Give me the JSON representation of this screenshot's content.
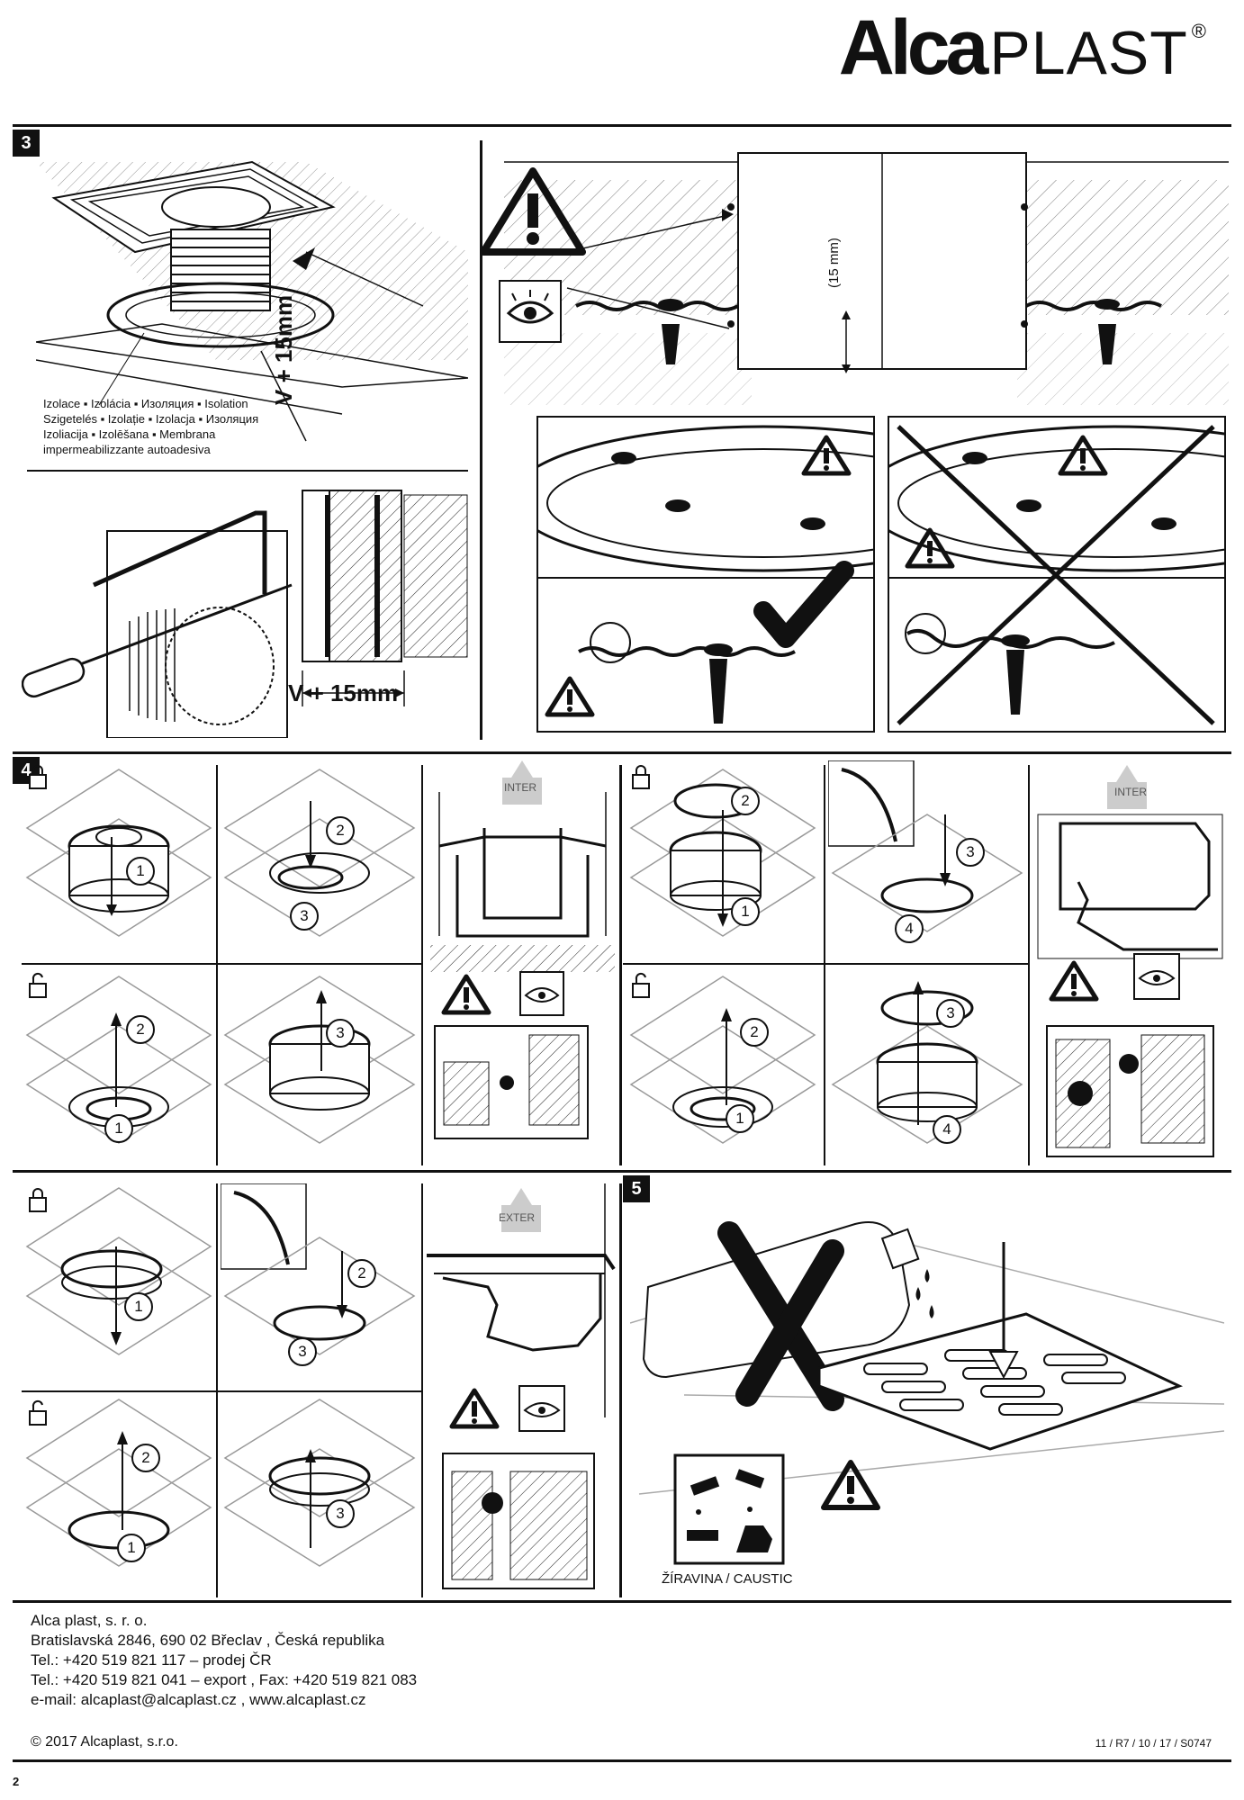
{
  "brand": {
    "name_bold": "Alca",
    "name_light": "PLAST",
    "registered": "®"
  },
  "sections": {
    "s3": "3",
    "s4": "4",
    "s5": "5"
  },
  "section3": {
    "dimension_label": "V + 15mm",
    "gap_label": "(15 mm)",
    "isolation_text": [
      "Izolace ▪ Izolácia ▪ Изоляция ▪ Isolation",
      "Szigetelés ▪ Izolație ▪ Izolacja ▪ Изоляция",
      "Izoliacija ▪ Izolēšana ▪ Membrana",
      "impermeabilizzante autoadesiva"
    ]
  },
  "section4": {
    "inter_label": "INTER",
    "exter_label": "EXTER",
    "step_numbers": [
      "1",
      "2",
      "3",
      "4"
    ]
  },
  "section5": {
    "caustic_label": "ŽÍRAVINA / CAUSTIC"
  },
  "footer": {
    "lines": [
      "Alca plast, s. r. o.",
      "Bratislavská 2846, 690 02 Břeclav , Česká republika",
      "Tel.: +420 519 821 117 – prodej ČR",
      "Tel.: +420 519 821 041 – export , Fax: +420 519 821 083",
      "e-mail: alcaplast@alcaplast.cz , www.alcaplast.cz"
    ],
    "copyright": "© 2017 Alcaplast, s.r.o.",
    "doc_code": "11 / R7 / 10 / 17 / S0747",
    "page_number": "2"
  }
}
